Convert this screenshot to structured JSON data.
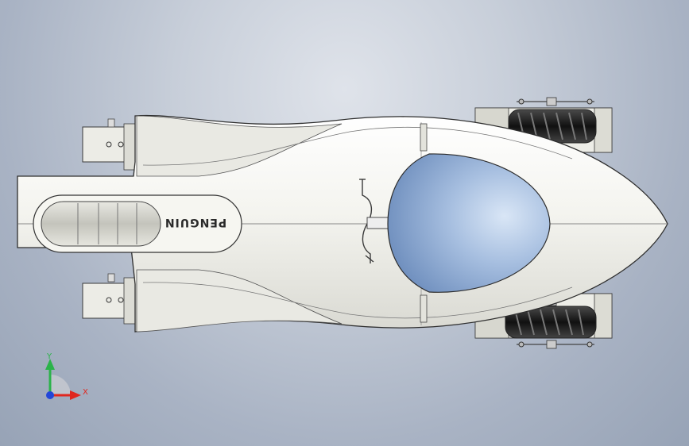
{
  "model": {
    "body_text": "PENGUIN",
    "colors": {
      "body": "#f1f1ec",
      "outline": "#3a3a3a",
      "canopy": "#9fb6d8",
      "tire": "#2b2b2b",
      "bracket": "#e4e4de"
    }
  },
  "triad": {
    "x_label": "X",
    "y_label": "Y",
    "x_color": "#e0271f",
    "y_color": "#2bb34a",
    "origin_color": "#2246d8"
  }
}
